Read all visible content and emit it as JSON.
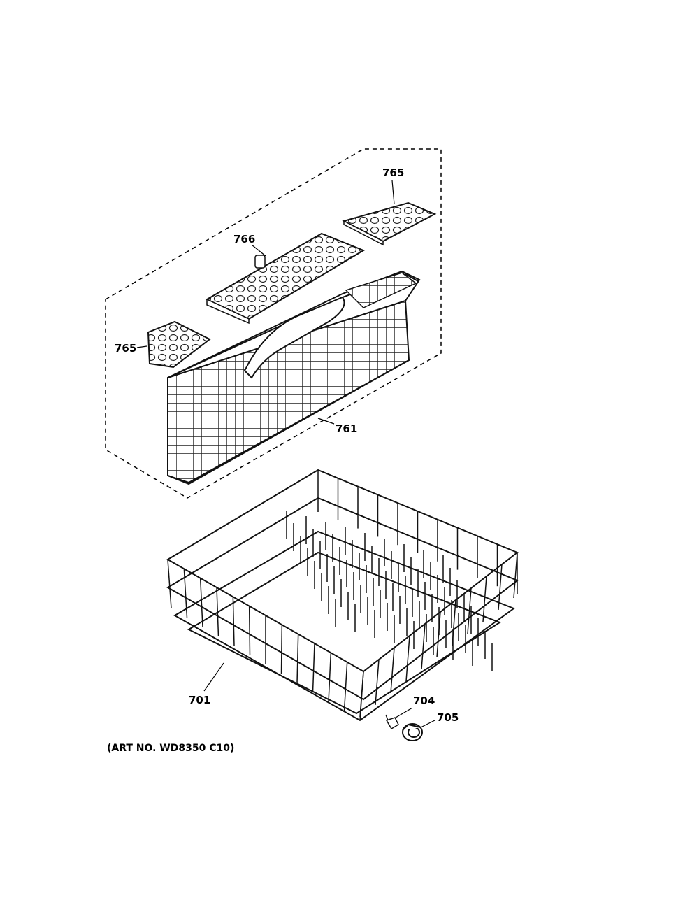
{
  "diagram": {
    "callouts": [
      {
        "id": "c765a",
        "text": "765"
      },
      {
        "id": "c766",
        "text": "766"
      },
      {
        "id": "c765b",
        "text": "765"
      },
      {
        "id": "c761",
        "text": "761"
      },
      {
        "id": "c701",
        "text": "701"
      },
      {
        "id": "c704",
        "text": "704"
      },
      {
        "id": "c705",
        "text": "705"
      }
    ],
    "art_number": "(ART NO. WD8350 C10)"
  }
}
